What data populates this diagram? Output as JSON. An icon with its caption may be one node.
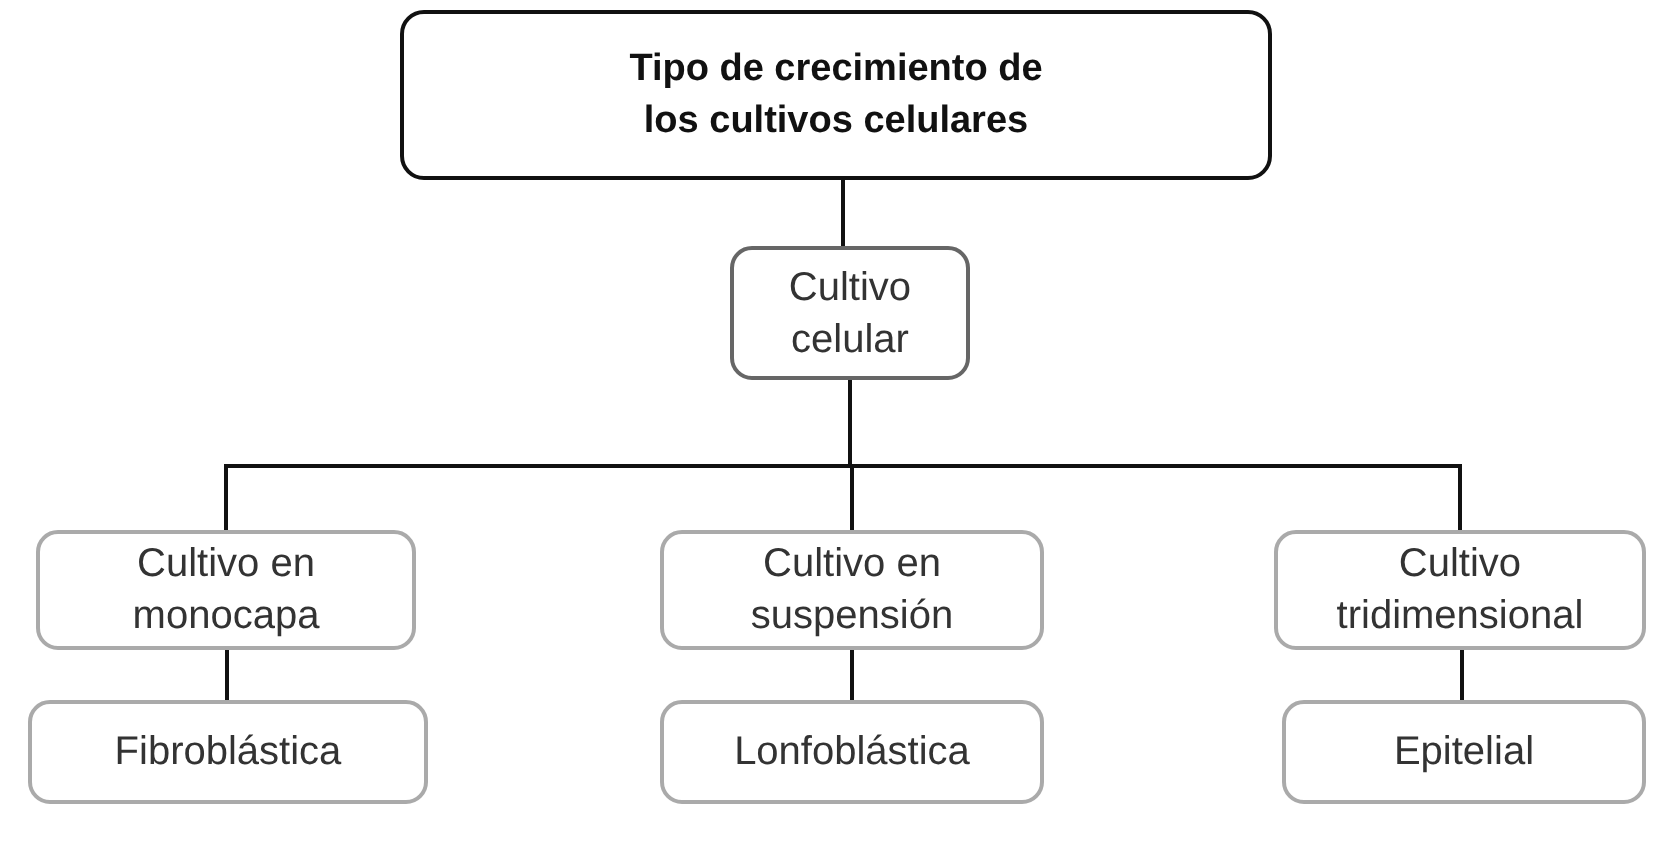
{
  "diagram": {
    "nodes": [
      {
        "text": [
          "Tipo de crecimiento de los cultivos celulares"
        ]
      },
      {
        "text": [
          "Cultivo celular"
        ]
      },
      {
        "text": [
          "Cultivo en monocapa"
        ]
      },
      {
        "text": [
          "Cultivo en suspensión"
        ]
      },
      {
        "text": [
          "Cultivo tridimensional"
        ]
      },
      {
        "text": [
          "Fibroblástica"
        ]
      },
      {
        "text": [
          "Lonfoblástica"
        ]
      },
      {
        "text": [
          "Epitelial"
        ]
      }
    ],
    "edges": [
      {
        "from": 0,
        "to": 1,
        "arrow": "none"
      },
      {
        "from": 1,
        "to": 2,
        "arrow": "none"
      },
      {
        "from": 1,
        "to": 3,
        "arrow": "none"
      },
      {
        "from": 1,
        "to": 4,
        "arrow": "none"
      },
      {
        "from": 2,
        "to": 5,
        "arrow": "none"
      },
      {
        "from": 3,
        "to": 6,
        "arrow": "none"
      },
      {
        "from": 4,
        "to": 7,
        "arrow": "none"
      }
    ]
  }
}
